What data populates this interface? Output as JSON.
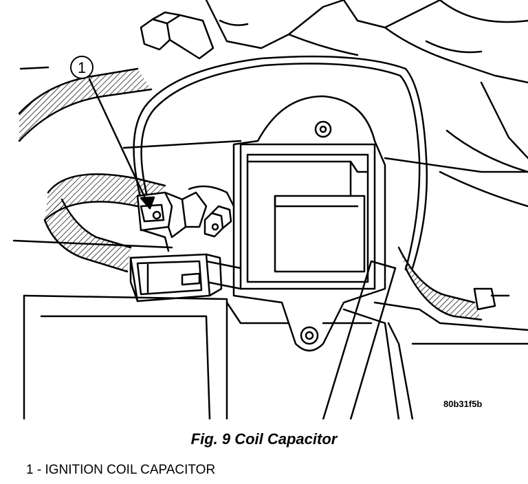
{
  "figure": {
    "callout_number": "1",
    "reference_code": "80b31f5b",
    "caption": "Fig. 9 Coil Capacitor"
  },
  "legend": {
    "items": [
      {
        "label": "1 - IGNITION COIL CAPACITOR"
      }
    ]
  }
}
